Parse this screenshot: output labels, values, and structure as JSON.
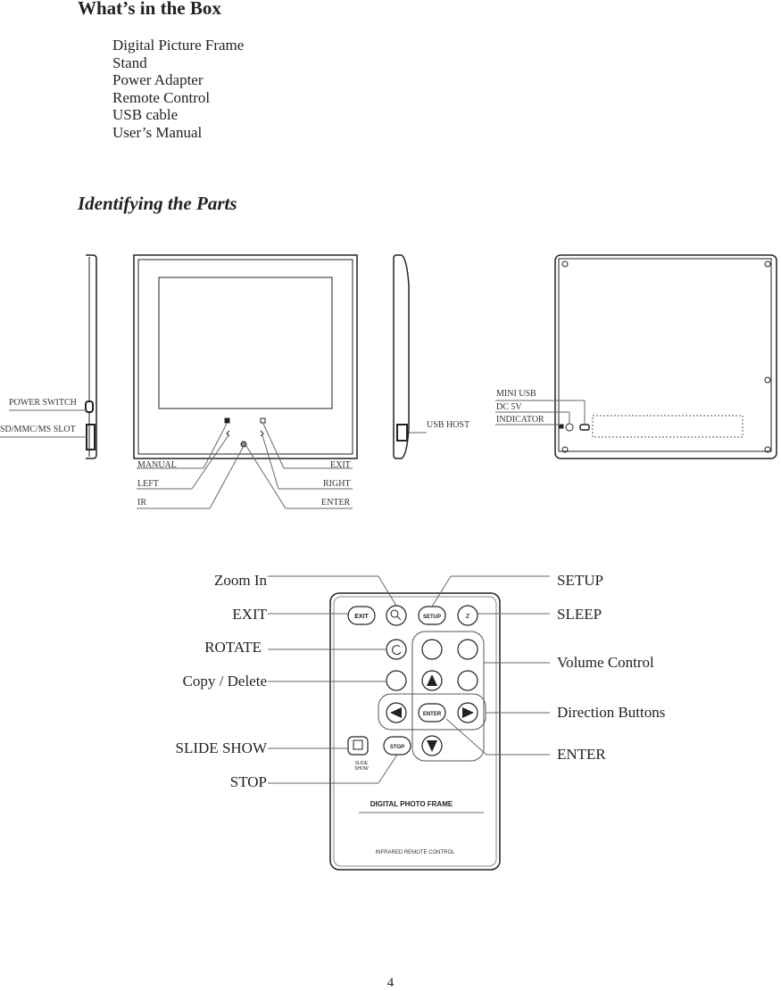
{
  "box_section": {
    "title": "What’s in the Box",
    "items": [
      "Digital Picture Frame",
      "Stand",
      "Power Adapter",
      "Remote Control",
      "USB cable",
      "User’s Manual"
    ]
  },
  "parts_section": {
    "title": "Identifying the Parts",
    "side_labels": {
      "power_switch": "POWER SWITCH",
      "sd_slot": "SD/MMC/MS SLOT"
    },
    "front_labels": {
      "manual": "MANUAL",
      "left": "LEFT",
      "ir": "IR",
      "exit": "EXIT",
      "right": "RIGHT",
      "enter": "ENTER"
    },
    "usb_host": "USB HOST",
    "back_labels": {
      "mini_usb": "MINI USB",
      "dc": "DC 5V",
      "indicator": "INDICATOR"
    }
  },
  "remote": {
    "left_labels": [
      "Zoom  In",
      "EXIT",
      "ROTATE",
      "Copy / Delete",
      "SLIDE SHOW",
      "STOP"
    ],
    "right_labels": [
      "SETUP",
      "SLEEP",
      "Volume Control",
      "Direction Buttons",
      "ENTER"
    ],
    "buttons": {
      "exit": "EXIT",
      "setup": "SETUP",
      "enter": "ENTER",
      "stop": "STOP",
      "slide1": "SLIDE",
      "slide2": "SHOW"
    },
    "brand": "DIGITAL PHOTO FRAME",
    "footer": "INFRARED  REMOTE  CONTROL"
  },
  "page_number": "4"
}
